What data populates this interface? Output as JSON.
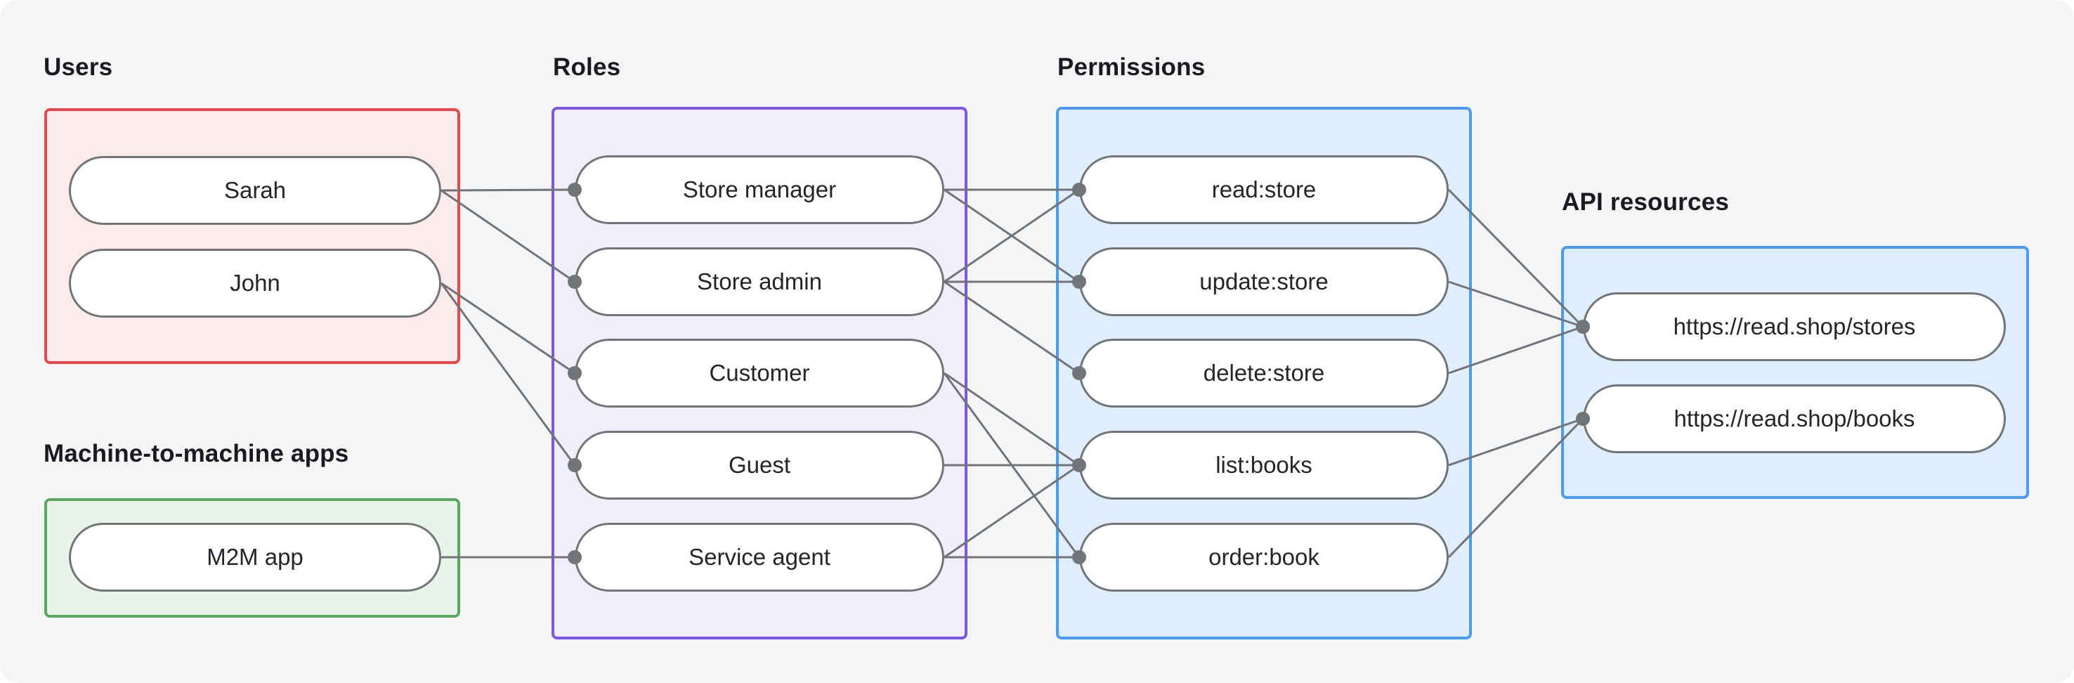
{
  "canvas": {
    "background": "#f4f5f6"
  },
  "colors": {
    "users_accent": "#e5484d",
    "users_fill": "#fcebea",
    "m2m_accent": "#58a95f",
    "m2m_fill": "#e8f4e9",
    "roles_accent": "#7c57e6",
    "roles_fill": "#f2edfb",
    "permissions_accent": "#4d9af5",
    "permissions_fill": "#dfeefc",
    "api_accent": "#4d9af5",
    "api_fill": "#dfeefc",
    "connector": "#727578",
    "node_stroke": "#727578"
  },
  "groups": {
    "users": {
      "label": "Users"
    },
    "m2m": {
      "label": "Machine-to-machine apps"
    },
    "roles": {
      "label": "Roles"
    },
    "permissions": {
      "label": "Permissions"
    },
    "api": {
      "label": "API resources"
    }
  },
  "nodes": {
    "sarah": {
      "label": "Sarah"
    },
    "john": {
      "label": "John"
    },
    "m2m_app": {
      "label": "M2M app"
    },
    "store_manager": {
      "label": "Store manager"
    },
    "store_admin": {
      "label": "Store admin"
    },
    "customer": {
      "label": "Customer"
    },
    "guest": {
      "label": "Guest"
    },
    "service_agent": {
      "label": "Service agent"
    },
    "read_store": {
      "label": "read:store"
    },
    "update_store": {
      "label": "update:store"
    },
    "delete_store": {
      "label": "delete:store"
    },
    "list_books": {
      "label": "list:books"
    },
    "order_book": {
      "label": "order:book"
    },
    "stores_api": {
      "label": "https://read.shop/stores"
    },
    "books_api": {
      "label": "https://read.shop/books"
    }
  },
  "edges": [
    [
      "sarah",
      "store_manager"
    ],
    [
      "sarah",
      "store_admin"
    ],
    [
      "john",
      "customer"
    ],
    [
      "john",
      "guest"
    ],
    [
      "m2m_app",
      "service_agent"
    ],
    [
      "store_manager",
      "read_store"
    ],
    [
      "store_manager",
      "update_store"
    ],
    [
      "store_admin",
      "read_store"
    ],
    [
      "store_admin",
      "update_store"
    ],
    [
      "store_admin",
      "delete_store"
    ],
    [
      "customer",
      "list_books"
    ],
    [
      "customer",
      "order_book"
    ],
    [
      "guest",
      "list_books"
    ],
    [
      "service_agent",
      "list_books"
    ],
    [
      "service_agent",
      "order_book"
    ]
  ],
  "api_edges": [
    [
      "read_store",
      "stores_api"
    ],
    [
      "update_store",
      "stores_api"
    ],
    [
      "delete_store",
      "stores_api"
    ],
    [
      "list_books",
      "books_api"
    ],
    [
      "order_book",
      "books_api"
    ]
  ]
}
